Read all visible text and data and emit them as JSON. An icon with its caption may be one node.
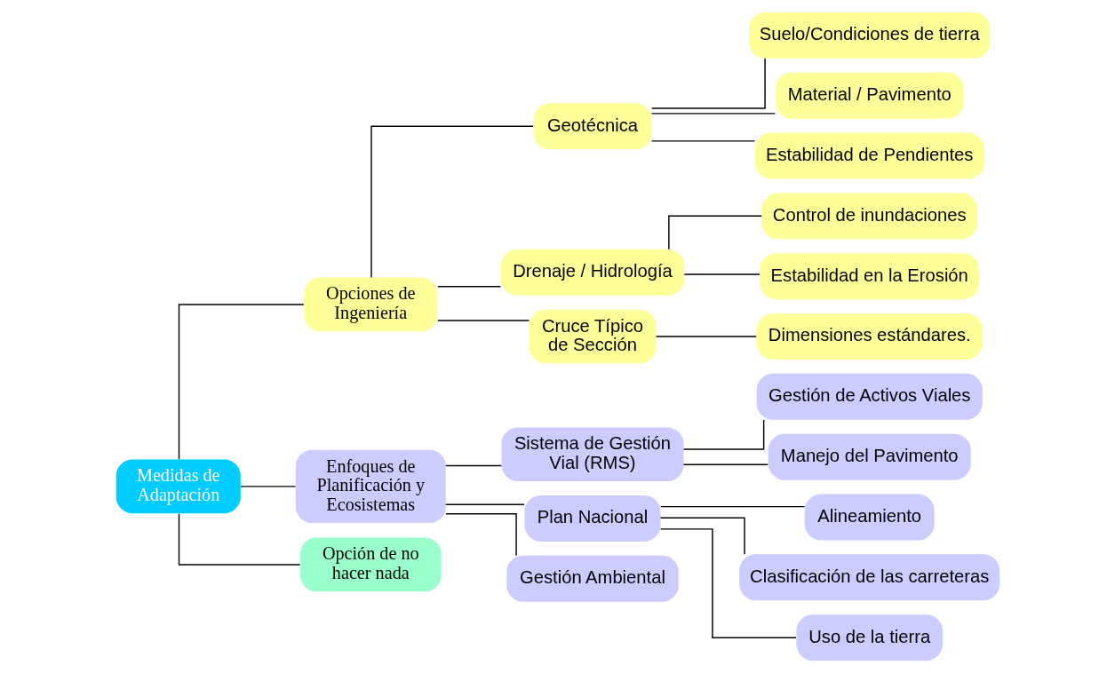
{
  "diagram": {
    "nodes": [
      {
        "text": [
          "Medidas de Adaptación"
        ]
      },
      {
        "text": [
          "Opciones de Ingeniería"
        ]
      },
      {
        "text": [
          "Geotécnica"
        ]
      },
      {
        "text": [
          "Suelo/Condiciones de tierra"
        ]
      },
      {
        "text": [
          "Material / Pavimento"
        ]
      },
      {
        "text": [
          "Estabilidad de Pendientes"
        ]
      },
      {
        "text": [
          "Drenaje / Hidrología"
        ]
      },
      {
        "text": [
          "Control de inundaciones"
        ]
      },
      {
        "text": [
          "Estabilidad en la Erosión"
        ]
      },
      {
        "text": [
          "Cruce Típico de Sección"
        ]
      },
      {
        "text": [
          "Dimensiones estándares."
        ]
      },
      {
        "text": [
          "Enfoques de Planificación y Ecosistemas"
        ]
      },
      {
        "text": [
          "Sistema de Gestión Vial (RMS)"
        ]
      },
      {
        "text": [
          "Gestión de Activos Viales"
        ]
      },
      {
        "text": [
          "Manejo del Pavimento"
        ]
      },
      {
        "text": [
          "Plan Nacional"
        ]
      },
      {
        "text": [
          "Alineamiento"
        ]
      },
      {
        "text": [
          "Clasificación de las carreteras"
        ]
      },
      {
        "text": [
          "Uso de la tierra"
        ]
      },
      {
        "text": [
          "Gestión Ambiental"
        ]
      },
      {
        "text": [
          "Opción de no hacer nada"
        ]
      }
    ],
    "edges": [
      {
        "from": 0,
        "to": 1,
        "arrow": "none"
      },
      {
        "from": 0,
        "to": 11,
        "arrow": "none"
      },
      {
        "from": 0,
        "to": 20,
        "arrow": "none"
      },
      {
        "from": 1,
        "to": 2,
        "arrow": "none"
      },
      {
        "from": 1,
        "to": 6,
        "arrow": "none"
      },
      {
        "from": 1,
        "to": 9,
        "arrow": "none"
      },
      {
        "from": 2,
        "to": 3,
        "arrow": "none"
      },
      {
        "from": 2,
        "to": 4,
        "arrow": "none"
      },
      {
        "from": 2,
        "to": 5,
        "arrow": "none"
      },
      {
        "from": 6,
        "to": 7,
        "arrow": "none"
      },
      {
        "from": 6,
        "to": 8,
        "arrow": "none"
      },
      {
        "from": 9,
        "to": 10,
        "arrow": "none"
      },
      {
        "from": 11,
        "to": 12,
        "arrow": "none"
      },
      {
        "from": 11,
        "to": 15,
        "arrow": "none"
      },
      {
        "from": 11,
        "to": 19,
        "arrow": "none"
      },
      {
        "from": 12,
        "to": 13,
        "arrow": "none"
      },
      {
        "from": 12,
        "to": 14,
        "arrow": "none"
      },
      {
        "from": 15,
        "to": 16,
        "arrow": "none"
      },
      {
        "from": 15,
        "to": 17,
        "arrow": "none"
      },
      {
        "from": 15,
        "to": 18,
        "arrow": "none"
      }
    ]
  }
}
